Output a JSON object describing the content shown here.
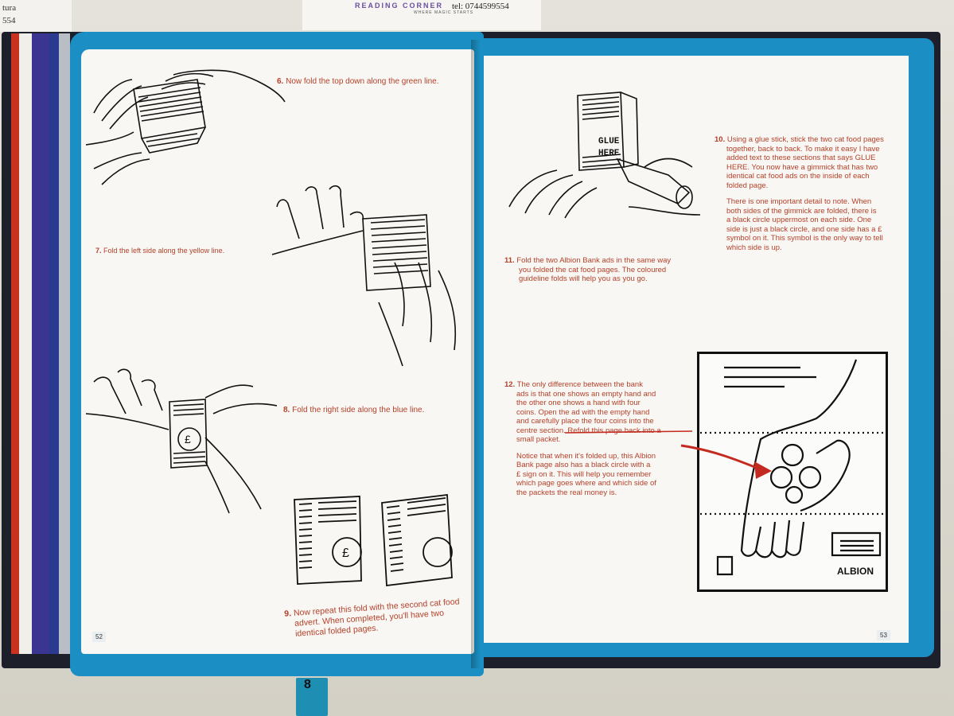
{
  "header_note": {
    "line1": "tura",
    "line2": "554"
  },
  "flyer": {
    "logo": "READING CORNER",
    "sub": "WHERE MAGIC STARTS",
    "tel": "tel: 0744599554"
  },
  "pages": {
    "left_number": "52",
    "right_number": "53"
  },
  "steps": {
    "s6": {
      "num": "6.",
      "text": "Now fold the top down along the green line."
    },
    "s7": {
      "num": "7.",
      "text": "Fold the left side along the yellow line."
    },
    "s8": {
      "num": "8.",
      "text": "Fold the right side along the blue line."
    },
    "s9": {
      "num": "9.",
      "l1": "Now repeat this fold with the second cat food",
      "l2": "advert. When completed, you'll have two",
      "l3": "identical folded pages."
    },
    "s10": {
      "num": "10.",
      "l1": "Using a glue stick, stick the two cat food pages",
      "l2": "together, back to back. To make it easy I have",
      "l3": "added text to these sections that says GLUE",
      "l4": "HERE. You now have a gimmick that has two",
      "l5": "identical cat food ads on the inside of each",
      "l6": "folded page."
    },
    "s10b": {
      "l1": "There is one important detail to note. When",
      "l2": "both sides of the gimmick are folded, there is",
      "l3": "a black circle uppermost on each side. One",
      "l4": "side is just a black circle, and one side has a £",
      "l5": "symbol on it. This symbol is the only way to tell",
      "l6": "which side is up."
    },
    "s11": {
      "num": "11.",
      "l1": "Fold the two Albion Bank ads in the same way",
      "l2": "you folded the cat food pages. The coloured",
      "l3": "guideline folds will help you as you go."
    },
    "s12": {
      "num": "12.",
      "l1": "The only difference between the bank",
      "l2": "ads is that one shows an empty hand and",
      "l3": "the other one shows a hand with four",
      "l4": "coins. Open the ad with the empty hand",
      "l5": "and carefully place the four coins into the",
      "l6": "centre section. Refold this page back into a",
      "l7": "small packet."
    },
    "s12b": {
      "l1": "Notice that when it's folded up, this Albion",
      "l2": "Bank page also has a black circle with a",
      "l3": "£ sign on it. This will help you remember",
      "l4": "which page goes where and which side of",
      "l5": "the packets the real money is."
    }
  },
  "illustrations": {
    "glue_label_1": "GLUE",
    "glue_label_2": "HERE",
    "pound": "£",
    "albion": "ALBION"
  },
  "ruler": {
    "mark": "8"
  },
  "colors": {
    "page_border": "#1b8fc3",
    "text": "#b5402a",
    "cover": "#1d1f2a"
  }
}
